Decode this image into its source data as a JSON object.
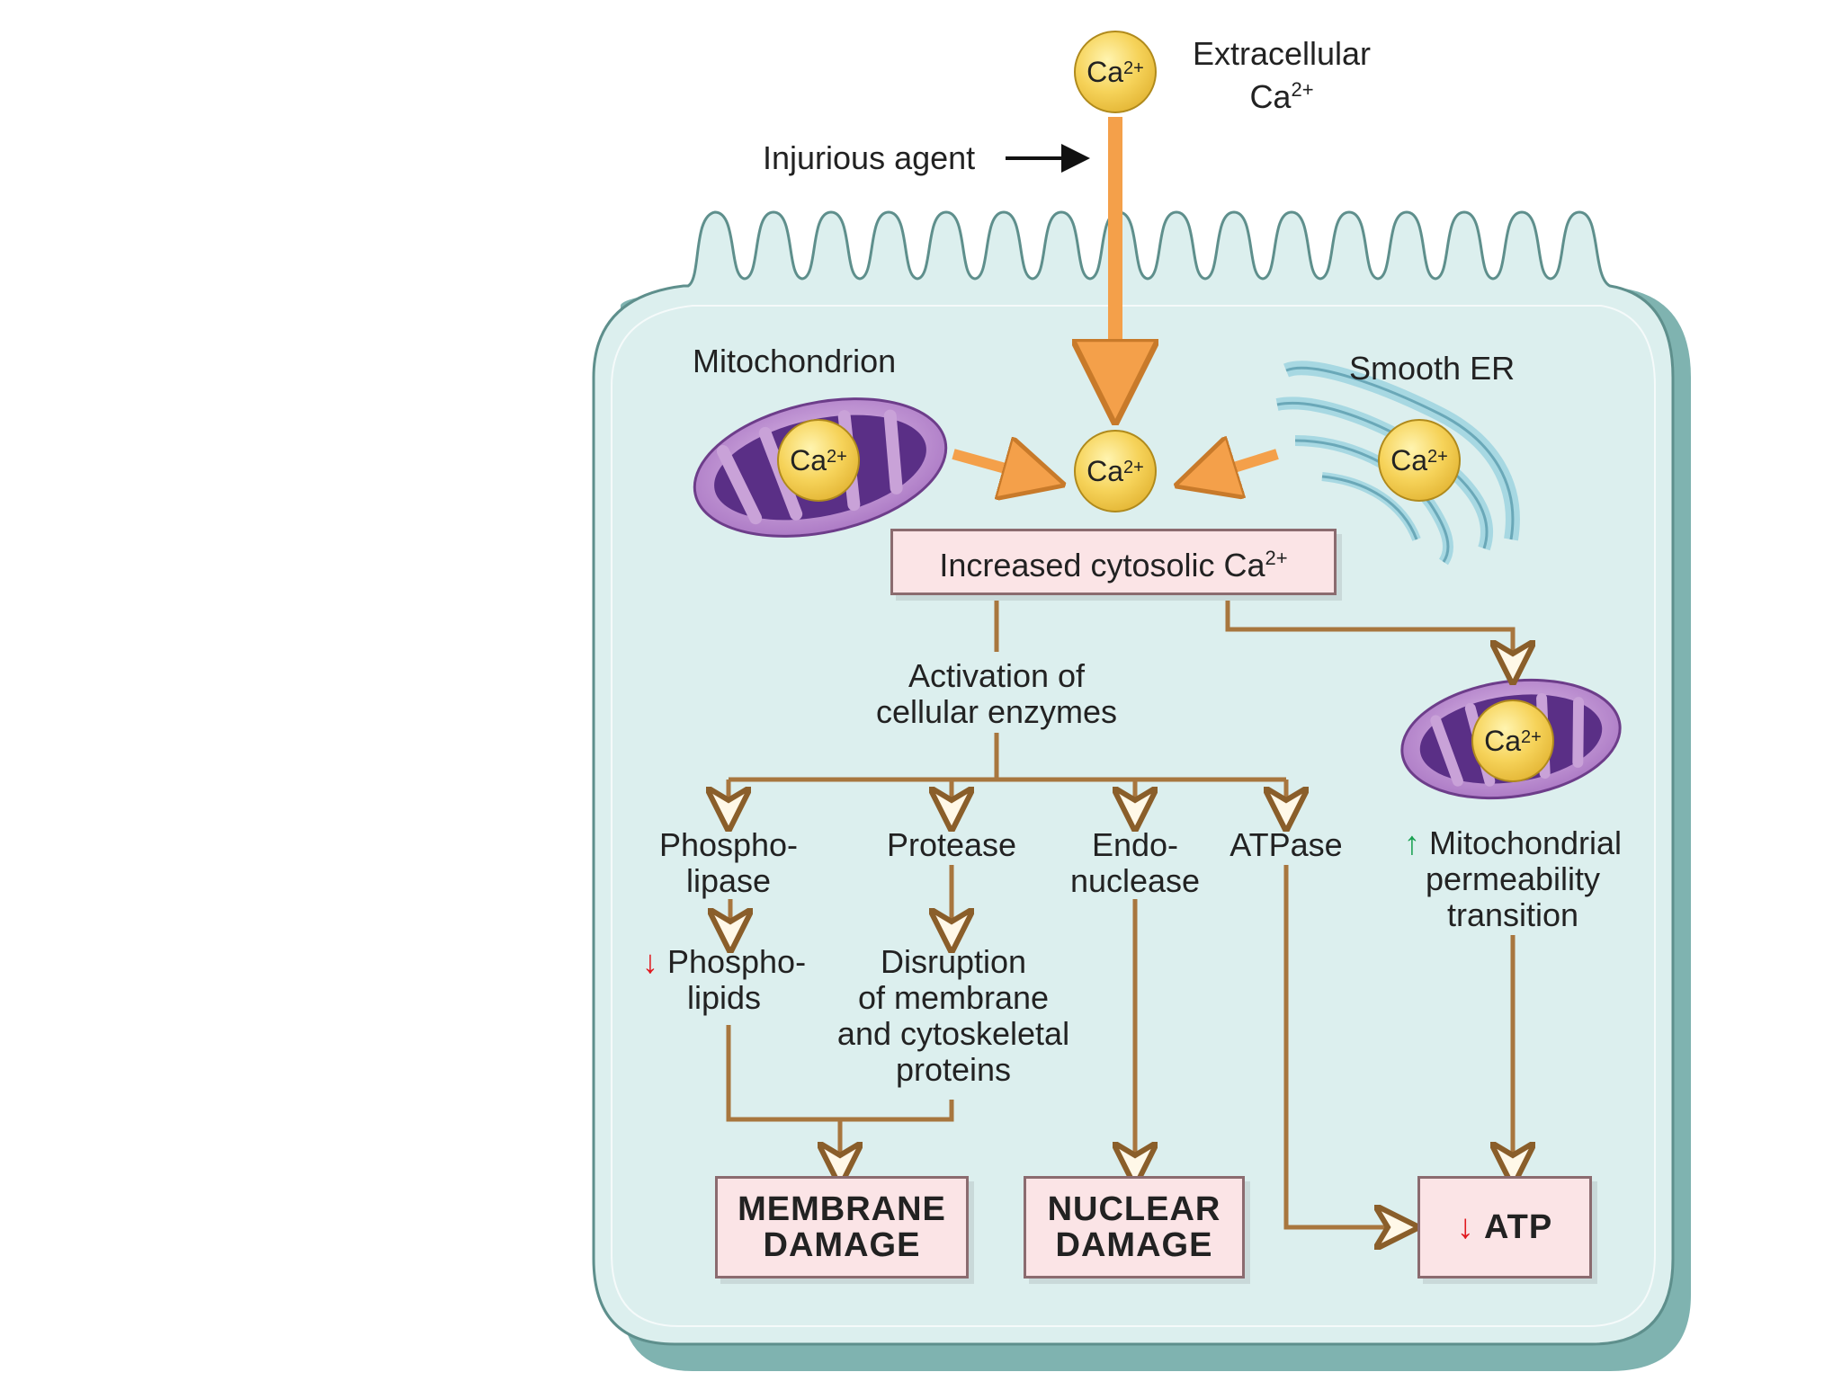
{
  "extracellular": {
    "line1": "Extracellular",
    "line2": "Ca",
    "sup": "2+"
  },
  "injurious_agent": "Injurious agent",
  "mitochondrion_label": "Mitochondrion",
  "smooth_er_label": "Smooth ER",
  "ca_ion": {
    "base": "Ca",
    "sup": "2+"
  },
  "increased_ca": {
    "text": "Increased cytosolic Ca",
    "sup": "2+"
  },
  "activation": {
    "line1": "Activation of",
    "line2": "cellular enzymes"
  },
  "enzymes": {
    "phospholipase": {
      "line1": "Phospho-",
      "line2": "lipase"
    },
    "protease": "Protease",
    "endonuclease": {
      "line1": "Endo-",
      "line2": "nuclease"
    },
    "atpase": "ATPase"
  },
  "mpt": {
    "line1": "Mitochondrial",
    "line2": "permeability",
    "line3": "transition",
    "arrow": "↑"
  },
  "phospholipids": {
    "line1": "Phospho-",
    "line2": "lipids",
    "arrow": "↓"
  },
  "disruption": {
    "line1": "Disruption",
    "line2": "of membrane",
    "line3": "and cytoskeletal",
    "line4": "proteins"
  },
  "outcomes": {
    "membrane": {
      "line1": "MEMBRANE",
      "line2": "DAMAGE"
    },
    "nuclear": {
      "line1": "NUCLEAR",
      "line2": "DAMAGE"
    },
    "atp": {
      "text": "ATP",
      "arrow": "↓"
    }
  },
  "colors": {
    "cell_fill": "#dcefee",
    "cell_shadow": "#7fb3b0",
    "orange_arrow": "#f4a04a",
    "brown_arrow": "#a8763e",
    "box_fill": "#fbe4e6",
    "mito_outer": "#c9a2d8",
    "mito_inner": "#5a2f86",
    "er": "#a7d8e2",
    "down_red": "#e0191f",
    "up_green": "#18a050"
  }
}
